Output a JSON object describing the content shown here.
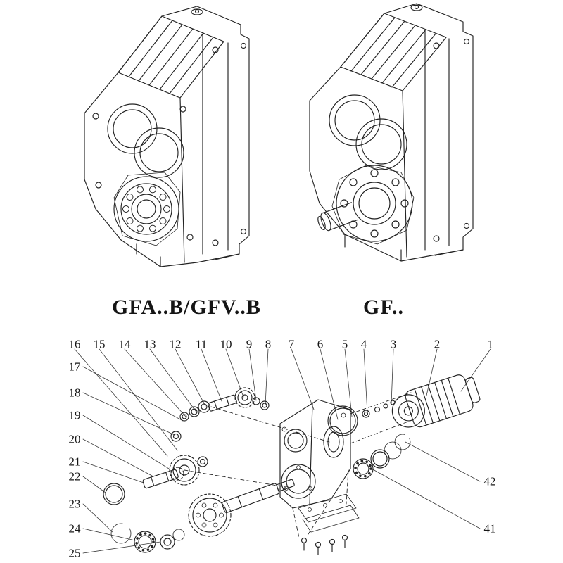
{
  "figures": {
    "left_label": "GFA..B/GFV..B",
    "right_label": "GF.."
  },
  "exploded": {
    "top_numbers": [
      "16",
      "15",
      "14",
      "13",
      "12",
      "11",
      "10",
      "9",
      "8",
      "7",
      "6",
      "5",
      "4",
      "3",
      "2",
      "1"
    ],
    "left_numbers": [
      "17",
      "18",
      "19",
      "20",
      "21",
      "22",
      "23",
      "24",
      "25"
    ],
    "right_numbers": [
      "42",
      "41"
    ]
  },
  "colors": {
    "line": "#232323",
    "background": "#ffffff"
  }
}
